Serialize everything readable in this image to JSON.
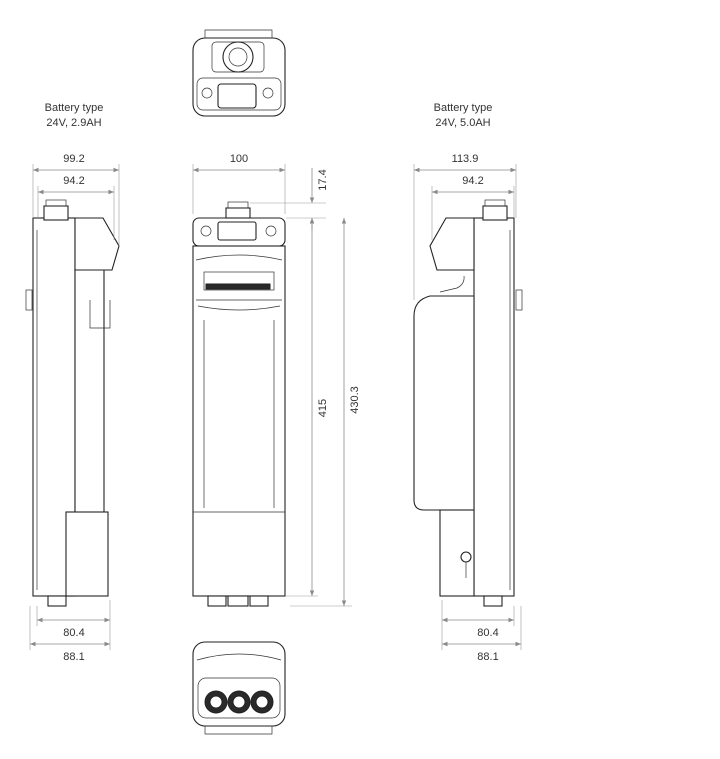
{
  "left_view": {
    "battery_type_label": "Battery type",
    "battery_spec": "24V, 2.9AH",
    "width_overall": "99.2",
    "width_body": "94.2",
    "base_width_inner": "80.4",
    "base_width_outer": "88.1"
  },
  "front_view": {
    "width": "100",
    "top_offset": "17.4",
    "height_body": "415",
    "height_overall": "430.3"
  },
  "right_view": {
    "battery_type_label": "Battery type",
    "battery_spec": "24V, 5.0AH",
    "width_overall": "113.9",
    "width_body": "94.2",
    "base_width_inner": "80.4",
    "base_width_outer": "88.1"
  },
  "colors": {
    "outline": "#222222",
    "dimension_line": "#8a8a8a",
    "text": "#333333"
  }
}
